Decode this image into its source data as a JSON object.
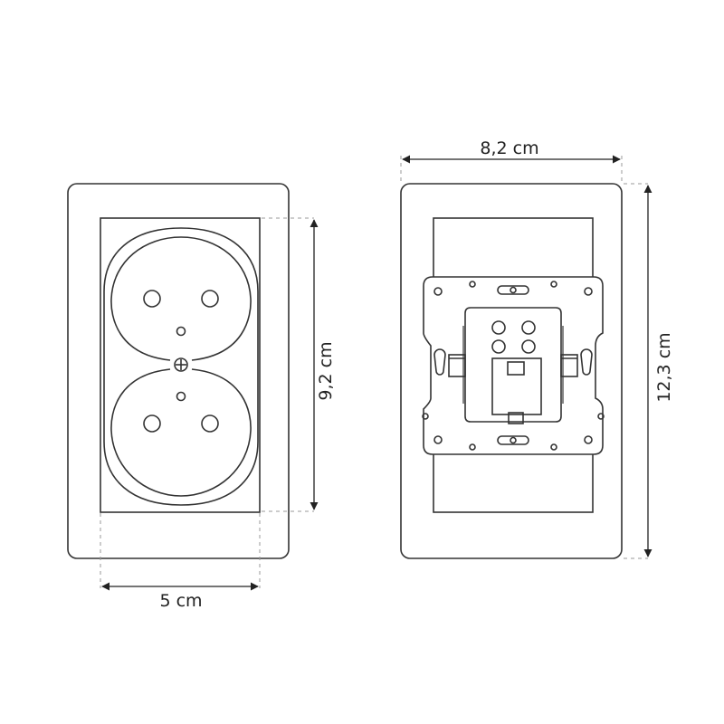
{
  "dimensions": {
    "front_width": "5 cm",
    "front_height": "9,2 cm",
    "back_width": "8,2 cm",
    "back_height": "12,3 cm"
  },
  "colors": {
    "outline": "#333333",
    "fill": "#ffffff",
    "dimension_line": "#222222",
    "guide_dash": "#999999"
  }
}
